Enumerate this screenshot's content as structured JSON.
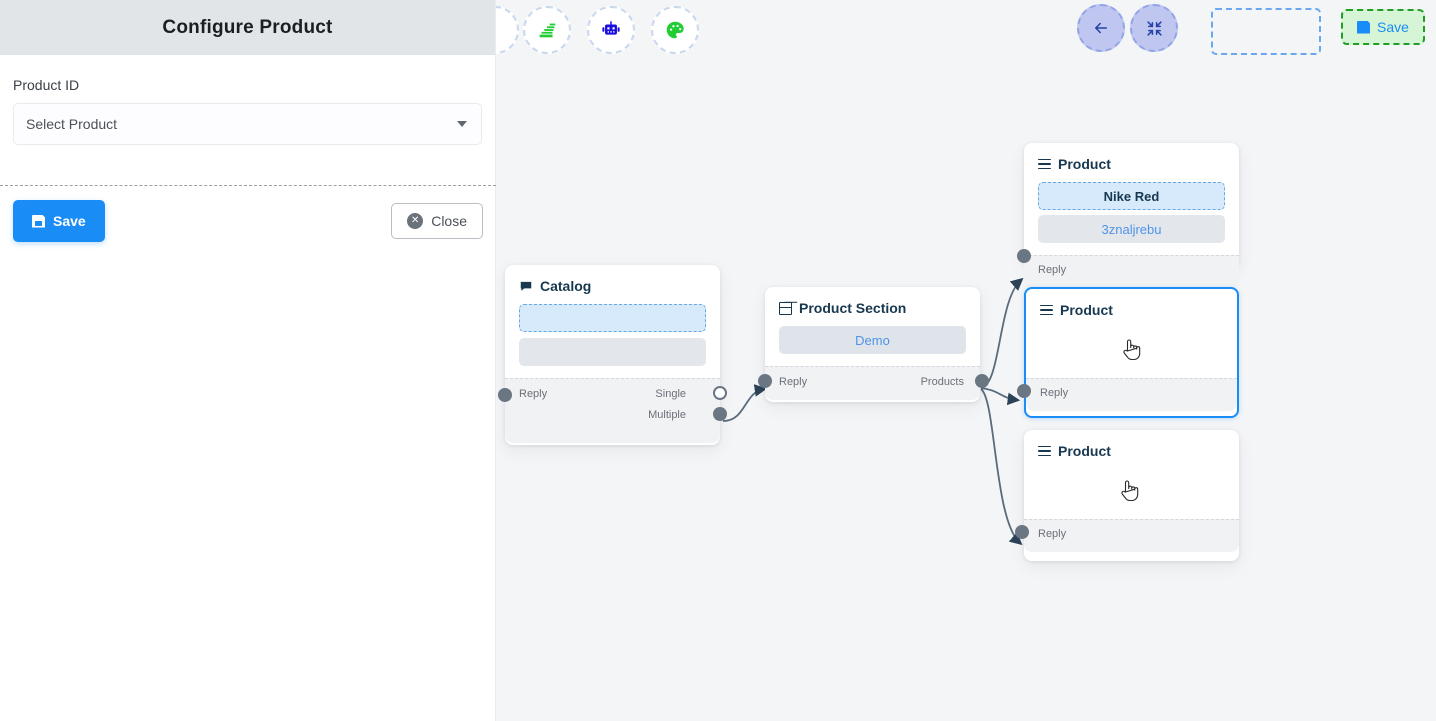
{
  "panel": {
    "title": "Configure Product",
    "field_label": "Product ID",
    "select_placeholder": "Select Product",
    "save_label": "Save",
    "close_label": "Close",
    "save_icon": "floppy-disk-icon",
    "close_icon": "close-circle-icon",
    "caret_icon": "chevron-down-icon"
  },
  "toolbar_left": {
    "items": [
      {
        "icon": "stack-icon",
        "color": "#22cc33"
      },
      {
        "icon": "robot-icon",
        "color": "#1a0be0"
      },
      {
        "icon": "palette-icon",
        "color": "#22cc33"
      }
    ]
  },
  "toolbar_right": {
    "back_icon": "arrow-left-icon",
    "fit_icon": "fit-screen-icon",
    "empty_slot": "",
    "save_label": "Save",
    "save_icon": "floppy-disk-icon"
  },
  "colors": {
    "accent_blue": "#1a8cf5",
    "canvas_bg": "#f4f5f7",
    "panel_header_bg": "#e2e5e8",
    "node_title": "#17384f",
    "port_gray": "#6b7683",
    "green_save_bg": "#d6f5d6",
    "green_save_border": "#1f9d26",
    "lavender": "#bfc6f0"
  },
  "nodes": [
    {
      "id": "catalog",
      "title": "Catalog",
      "icon": "chat-bubble-icon",
      "selected": false,
      "blocks": [
        {
          "style": "blue-dashed",
          "text": ""
        },
        {
          "style": "gray-plain",
          "text": ""
        }
      ],
      "ports_left": [
        {
          "label": "Reply",
          "filled": true
        }
      ],
      "ports_right": [
        {
          "label": "Single",
          "filled": false
        },
        {
          "label": "Multiple",
          "filled": true
        }
      ]
    },
    {
      "id": "product-section",
      "title": "Product Section",
      "icon": "grid-icon",
      "selected": false,
      "blocks": [
        {
          "style": "demo",
          "text": "Demo"
        }
      ],
      "ports_left": [
        {
          "label": "Reply",
          "filled": true
        }
      ],
      "ports_right": [
        {
          "label": "Products",
          "filled": true
        }
      ]
    },
    {
      "id": "product-1",
      "title": "Product",
      "icon": "hamburger-icon",
      "selected": false,
      "blocks": [
        {
          "style": "blue-dashed",
          "text": "Nike Red"
        },
        {
          "style": "gray",
          "text": "3znaljrebu"
        }
      ],
      "ports_left": [
        {
          "label": "Reply",
          "filled": true
        }
      ],
      "ports_right": []
    },
    {
      "id": "product-2",
      "title": "Product",
      "icon": "hamburger-icon",
      "selected": true,
      "blocks": [],
      "ports_left": [
        {
          "label": "Reply",
          "filled": true
        }
      ],
      "ports_right": []
    },
    {
      "id": "product-3",
      "title": "Product",
      "icon": "hamburger-icon",
      "selected": false,
      "blocks": [],
      "ports_left": [
        {
          "label": "Reply",
          "filled": true
        }
      ],
      "ports_right": []
    }
  ]
}
